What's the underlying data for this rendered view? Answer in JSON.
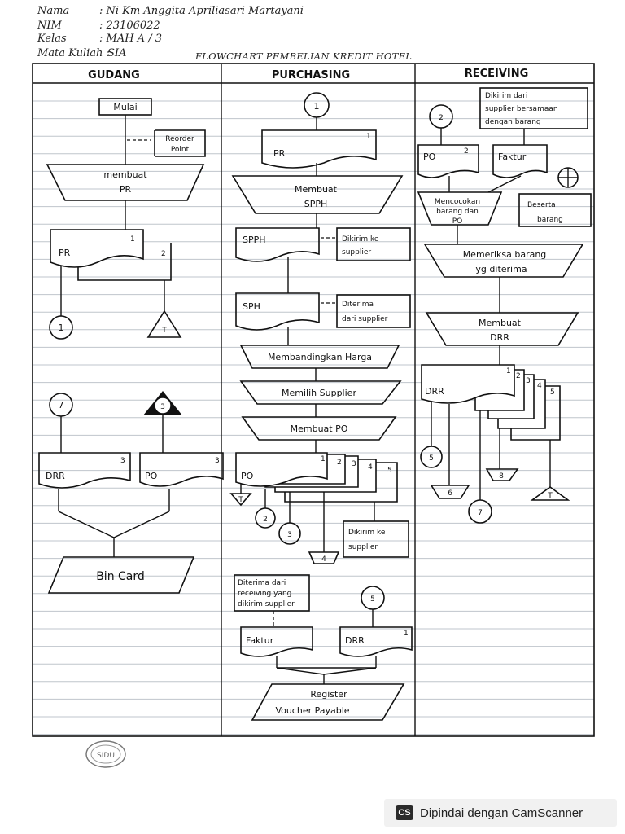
{
  "header": {
    "nama_label": "Nama",
    "nama_value": ": Ni Km Anggita Apriliasari Martayani",
    "nim_label": "NIM",
    "nim_value": ": 23106022",
    "kelas_label": "Kelas",
    "kelas_value": ": MAH A / 3",
    "mk_label": "Mata Kuliah :",
    "mk_value": "SIA",
    "title": "FLOWCHART PEMBELIAN KREDIT HOTEL"
  },
  "lanes": {
    "gudang": "GUDANG",
    "purchasing": "PURCHASING",
    "receiving": "RECEIVING"
  },
  "gudang": {
    "mulai": "Mulai",
    "reorder": [
      "Reorder",
      "Point"
    ],
    "membuat_pr": [
      "membuat",
      "PR"
    ],
    "pr": "PR",
    "pr_n1": "1",
    "pr_n2": "2",
    "conn1": "1",
    "term_t": "T",
    "conn7": "7",
    "conn3": "3",
    "drr": "DRR",
    "drr_n": "3",
    "po": "PO",
    "po_n": "3",
    "bin_card": "Bin Card"
  },
  "purchasing": {
    "conn1": "1",
    "pr": "PR",
    "pr_n": "1",
    "membuat_spph": [
      "Membuat",
      "SPPH"
    ],
    "spph": "SPPH",
    "dikirim_supplier": [
      "Dikirim ke",
      "supplier"
    ],
    "sph": "SPH",
    "diterima_supplier": [
      "Diterima",
      "dari supplier"
    ],
    "membandingkan": "Membandingkan Harga",
    "memilih": "Memilih Supplier",
    "membuat_po": "Membuat PO",
    "po": "PO",
    "po_nums": [
      "1",
      "2",
      "3",
      "4",
      "5"
    ],
    "term_t": "T",
    "conn2": "2",
    "conn3": "3",
    "term4": "4",
    "dikirim_supplier2": [
      "Dikirim ke",
      "supplier"
    ],
    "diterima_receiving": [
      "Diterima dari",
      "receiving yang",
      "dikirim supplier"
    ],
    "conn5": "5",
    "faktur": "Faktur",
    "drr": "DRR",
    "drr_n": "1",
    "register": [
      "Register",
      "Voucher Payable"
    ]
  },
  "receiving": {
    "dikirim_note": [
      "Dikirim dari",
      "supplier bersamaan",
      "dengan barang"
    ],
    "conn2": "2",
    "po": "PO",
    "po_n": "2",
    "faktur": "Faktur",
    "mencocokan": [
      "Mencocokan",
      "barang dan",
      "PO"
    ],
    "beserta": [
      "Beserta",
      "barang"
    ],
    "memeriksa": [
      "Memeriksa barang",
      "yg diterima"
    ],
    "membuat_drr": [
      "Membuat",
      "DRR"
    ],
    "drr": "DRR",
    "drr_nums": [
      "1",
      "2",
      "3",
      "4",
      "5"
    ],
    "conn5": "5",
    "term8": "8",
    "term6": "6",
    "conn7": "7",
    "term_t": "T"
  },
  "footer": {
    "stamp": "SIDU",
    "scanner_logo": "CS",
    "scanner_text": "Dipindai dengan CamScanner"
  }
}
